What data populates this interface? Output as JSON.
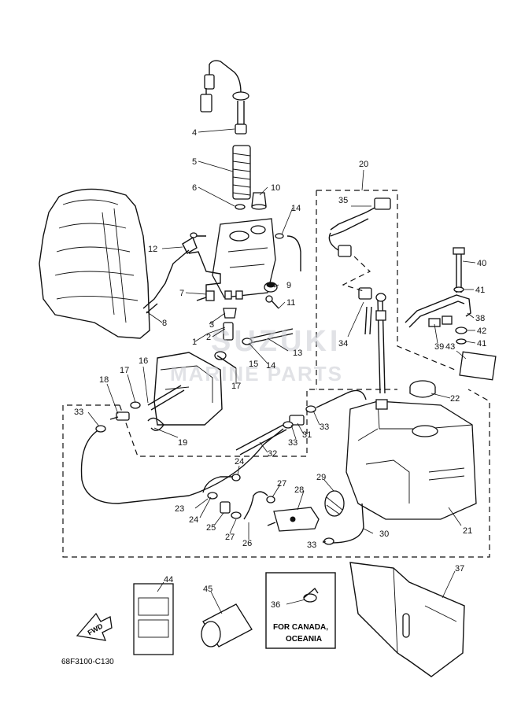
{
  "diagram": {
    "code": "68F3100-C130",
    "arrow_label": "FWD",
    "note_line1": "FOR CANADA,",
    "note_line2": "OCEANIA",
    "watermark_brand": "SUZUKI",
    "watermark_sub": "MARINE PARTS",
    "callouts": {
      "c1": "1",
      "c2": "2",
      "c3": "3",
      "c4": "4",
      "c5": "5",
      "c6": "6",
      "c7": "7",
      "c8": "8",
      "c9": "9",
      "c10": "10",
      "c11": "11",
      "c12": "12",
      "c13": "13",
      "c14a": "14",
      "c14b": "14",
      "c15": "15",
      "c16": "16",
      "c17a": "17",
      "c17b": "17",
      "c18": "18",
      "c19": "19",
      "c20": "20",
      "c21": "21",
      "c22": "22",
      "c23": "23",
      "c24a": "24",
      "c24b": "24",
      "c25": "25",
      "c26": "26",
      "c27a": "27",
      "c27b": "27",
      "c28": "28",
      "c29": "29",
      "c30": "30",
      "c31": "31",
      "c32": "32",
      "c33a": "33",
      "c33b": "33",
      "c33c": "33",
      "c33d": "33",
      "c34": "34",
      "c35": "35",
      "c36": "36",
      "c37": "37",
      "c38": "38",
      "c39": "39",
      "c40": "40",
      "c41a": "41",
      "c41b": "41",
      "c42": "42",
      "c43": "43",
      "c44": "44",
      "c45": "45"
    }
  }
}
